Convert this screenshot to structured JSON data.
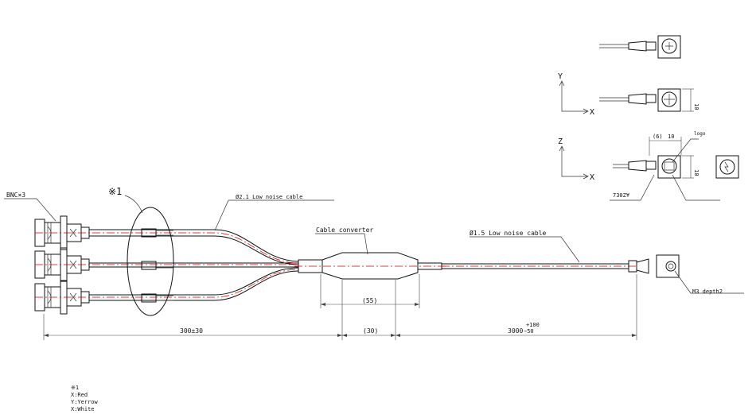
{
  "labels": {
    "bnc": "BNC×3",
    "note_ref": "※1",
    "cable_main": "Ø2.1 Low noise cable",
    "converter": "Cable converter",
    "cable_sensor": "Ø1.5 Low noise cable",
    "dim_55": "(55)",
    "dim_30": "(30)",
    "dim_300": "300±30",
    "dim_3000": "3000",
    "tol_upper": "+100",
    "tol_lower": "−50",
    "dim_6": "(6)",
    "dim_10a": "10",
    "dim_10b": "10",
    "dim_10c": "10",
    "logo": "logo",
    "model": "730Z¥",
    "mount": "M3 depth2",
    "axis_y": "Y",
    "axis_x1": "X",
    "axis_z": "Z",
    "axis_x2": "X"
  },
  "notes": {
    "title": "※1",
    "lines": [
      "X:Red",
      "Y:Yerrow",
      "X:White"
    ]
  }
}
